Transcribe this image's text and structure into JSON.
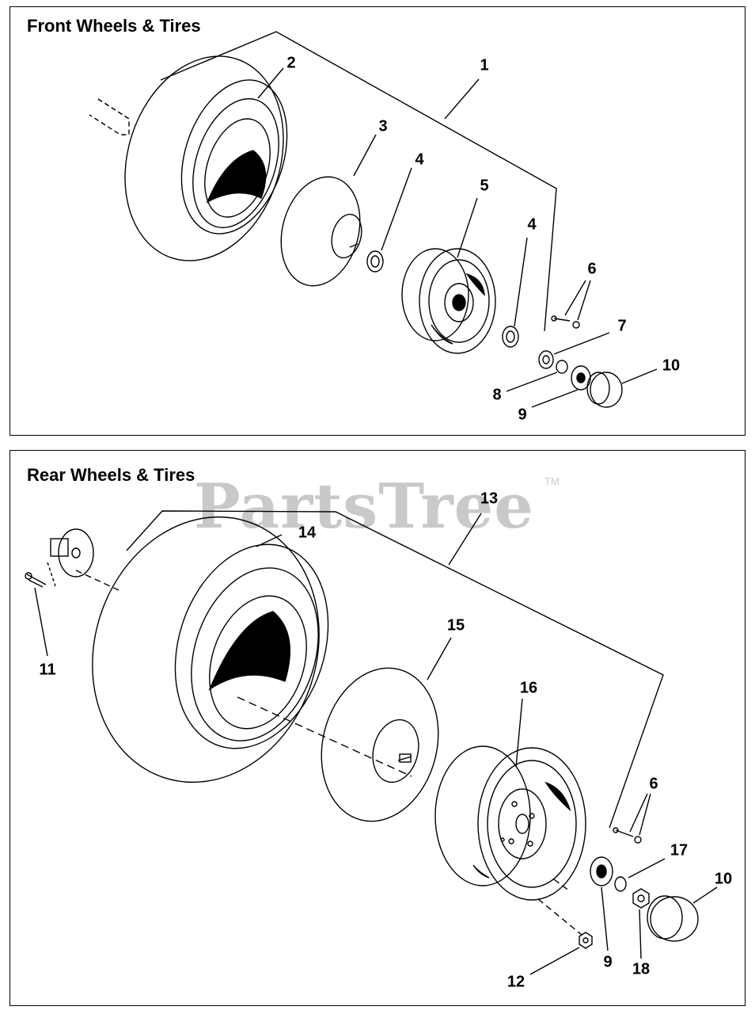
{
  "front_panel": {
    "title": "Front Wheels & Tires",
    "callouts": [
      "1",
      "2",
      "3",
      "4",
      "5",
      "4",
      "6",
      "7",
      "8",
      "9",
      "10"
    ]
  },
  "rear_panel": {
    "title": "Rear Wheels & Tires",
    "callouts": [
      "13",
      "14",
      "11",
      "15",
      "16",
      "6",
      "17",
      "10",
      "9",
      "18",
      "12"
    ]
  },
  "watermark": {
    "text": "PartsTree",
    "tm": "TM",
    "color": "#c9c9c9"
  },
  "colors": {
    "line": "#000000",
    "background": "#ffffff"
  }
}
